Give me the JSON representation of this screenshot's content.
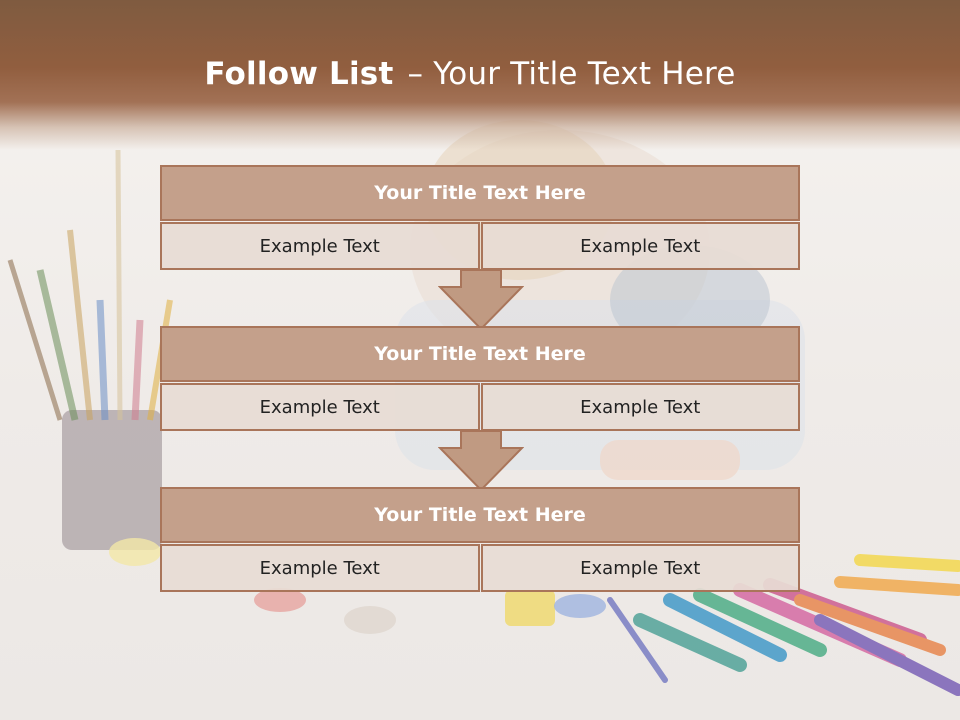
{
  "slide": {
    "title_bold": "Follow List",
    "title_dash": "–",
    "title_rest": "Your Title Text Here"
  },
  "steps": [
    {
      "title": "Your Title Text Here",
      "left": "Example Text",
      "right": "Example Text"
    },
    {
      "title": "Your Title Text Here",
      "left": "Example Text",
      "right": "Example Text"
    },
    {
      "title": "Your Title Text Here",
      "left": "Example Text",
      "right": "Example Text"
    }
  ],
  "colors": {
    "header": "#915e3f",
    "box_title_fill": "#c4a08b",
    "box_cell_fill": "#e7dbd4",
    "border": "#a9755a",
    "arrow_fill": "#c09a82"
  },
  "icons": {
    "arrow": "down-arrow-icon"
  }
}
